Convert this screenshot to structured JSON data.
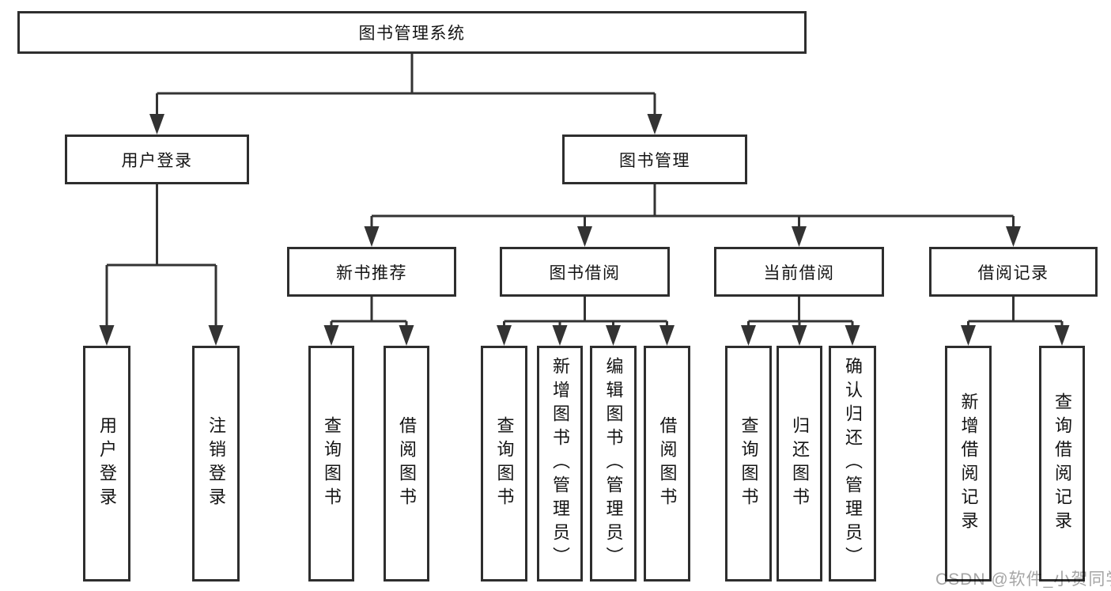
{
  "tree": {
    "label": "图书管理系统",
    "children": [
      {
        "label": "用户登录",
        "children": [
          {
            "label": "用户登录"
          },
          {
            "label": "注销登录"
          }
        ]
      },
      {
        "label": "图书管理",
        "children": [
          {
            "label": "新书推荐",
            "children": [
              {
                "label": "查询图书"
              },
              {
                "label": "借阅图书"
              }
            ]
          },
          {
            "label": "图书借阅",
            "children": [
              {
                "label": "查询图书"
              },
              {
                "label": "新增图书（管理员）"
              },
              {
                "label": "编辑图书（管理员）"
              },
              {
                "label": "借阅图书"
              }
            ]
          },
          {
            "label": "当前借阅",
            "children": [
              {
                "label": "查询图书"
              },
              {
                "label": "归还图书"
              },
              {
                "label": "确认归还（管理员）"
              }
            ]
          },
          {
            "label": "借阅记录",
            "children": [
              {
                "label": "新增借阅记录"
              },
              {
                "label": "查询借阅记录"
              }
            ]
          }
        ]
      }
    ]
  },
  "watermark": {
    "text": "CSDN @软件_小贺同学"
  },
  "colors": {
    "line": "#333333",
    "box_border": "#2e2e2e",
    "box_fill": "#ffffff",
    "text": "#141414",
    "watermark": "#9b9b9b"
  }
}
